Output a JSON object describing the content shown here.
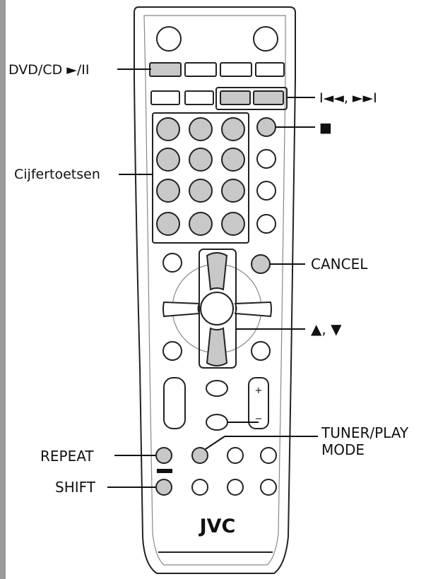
{
  "labels": {
    "dvd_cd_play_pause": "DVD/CD ►/II",
    "skip": "I◄◄, ►►I",
    "stop": "■",
    "number_keys": "Cijfertoetsen",
    "cancel": "CANCEL",
    "cursor_up_down": "▲, ▼",
    "tuner_play_mode_line1": "TUNER/PLAY",
    "tuner_play_mode_line2": "MODE",
    "repeat": "REPEAT",
    "shift": "SHIFT"
  },
  "remote": {
    "brand": "JVC",
    "volume_plus": "+",
    "volume_minus": "−"
  },
  "colors": {
    "highlight_gray": "#c8c8c8",
    "outline": "#222222",
    "left_bar": "#9a9a9a"
  }
}
